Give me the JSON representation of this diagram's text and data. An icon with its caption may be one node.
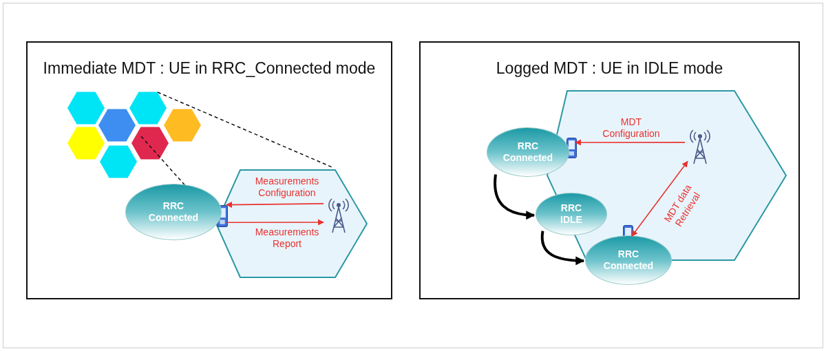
{
  "diagram": {
    "nodes": [
      {
        "text": [
          "Immediate MDT : UE in RRC_Connected mode"
        ]
      },
      {
        "text": [],
        "shape": "hexagon",
        "in": 0
      },
      {
        "text": [
          "RRC Connected"
        ],
        "in": 0
      },
      {
        "text": [],
        "shape": "picture",
        "in": 1
      },
      {
        "text": [],
        "shape": "picture",
        "in": 1
      },
      {
        "text": [
          "Logged MDT : UE in IDLE mode"
        ]
      },
      {
        "text": [],
        "shape": "hexagon",
        "in": 5
      },
      {
        "text": [
          "RRC Connected"
        ],
        "in": 5
      },
      {
        "text": [],
        "shape": "picture",
        "in": 6
      },
      {
        "text": [],
        "shape": "picture",
        "in": 6
      },
      {
        "text": [
          "RRC IDLE"
        ],
        "in": 5
      },
      {
        "text": [
          "RRC Connected"
        ],
        "in": 5
      },
      {
        "text": [],
        "shape": "picture",
        "in": 6
      }
    ],
    "edges": [
      {
        "from": 4,
        "to": 3,
        "arrow": "to",
        "label": "Measurements Configuration"
      },
      {
        "from": 3,
        "to": 4,
        "arrow": "to",
        "label": "Measurements Report"
      },
      {
        "from": 9,
        "to": 8,
        "arrow": "to",
        "label": "MDT Configuration"
      },
      {
        "from": 9,
        "to": 12,
        "arrow": "both",
        "label": "MDT data Retrieval"
      },
      {
        "from": 7,
        "to": 10,
        "arrow": "to",
        "style": "thick",
        "color": "#000000"
      },
      {
        "from": 10,
        "to": 11,
        "arrow": "to",
        "style": "thick",
        "color": "#000000"
      }
    ]
  }
}
